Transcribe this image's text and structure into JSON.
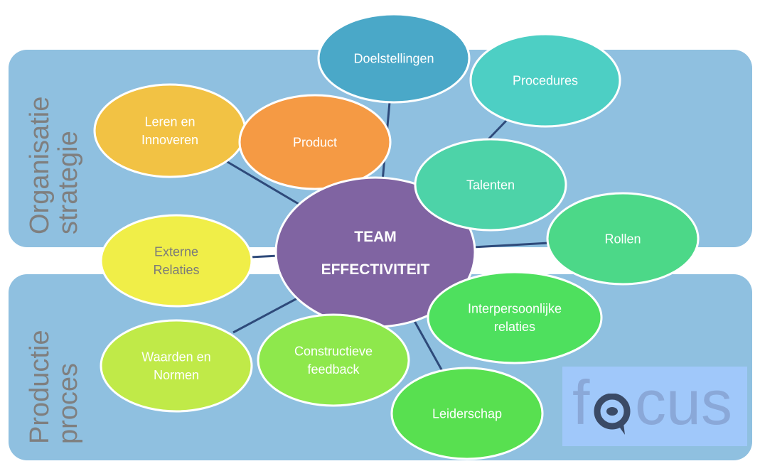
{
  "bands": [
    {
      "label_line1": "Organisatie",
      "label_line2": "strategie"
    },
    {
      "label_line1": "Productie",
      "label_line2": "proces"
    }
  ],
  "center": {
    "line1": "TEAM",
    "line2": "EFFECTIVITEIT",
    "color": "#8064a2"
  },
  "nodes": [
    {
      "id": "doelstellingen",
      "lines": [
        "Doelstellingen"
      ],
      "color": "#4aa8c8"
    },
    {
      "id": "procedures",
      "lines": [
        "Procedures"
      ],
      "color": "#4dcfc4"
    },
    {
      "id": "leren",
      "lines": [
        "Leren en",
        "Innoveren"
      ],
      "color": "#f2c244"
    },
    {
      "id": "product",
      "lines": [
        "Product"
      ],
      "color": "#f59a44"
    },
    {
      "id": "talenten",
      "lines": [
        "Talenten"
      ],
      "color": "#4dd3a8"
    },
    {
      "id": "rollen",
      "lines": [
        "Rollen"
      ],
      "color": "#4cd888"
    },
    {
      "id": "externe",
      "lines": [
        "Externe",
        "Relaties"
      ],
      "color": "#f0ee48"
    },
    {
      "id": "interpersoonlijke",
      "lines": [
        "Interpersoonlijke",
        "relaties"
      ],
      "color": "#4ee05e"
    },
    {
      "id": "constructieve",
      "lines": [
        "Constructieve",
        "feedback"
      ],
      "color": "#8ee84c"
    },
    {
      "id": "waarden",
      "lines": [
        "Waarden en",
        "Normen"
      ],
      "color": "#c0ea48"
    },
    {
      "id": "leiderschap",
      "lines": [
        "Leiderschap"
      ],
      "color": "#58e050"
    }
  ],
  "logo": {
    "text_f": "f",
    "text_rest": "cus"
  }
}
